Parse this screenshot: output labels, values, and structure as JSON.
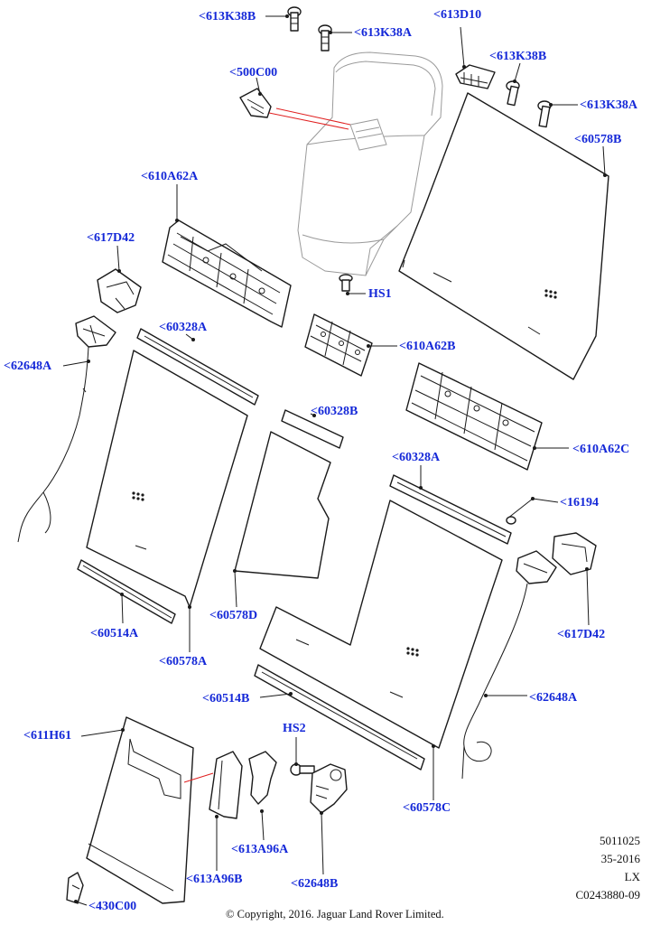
{
  "callouts": {
    "k38b_top": "<613K38B",
    "k38a_top": "<613K38A",
    "d10": "<613D10",
    "k38b_right": "<613K38B",
    "k38a_right": "<613K38A",
    "c500": "<500C00",
    "b60578": "<60578B",
    "a610_a": "<610A62A",
    "d617_left": "<617D42",
    "hs1": "HS1",
    "a60328": "<60328A",
    "b610": "<610A62B",
    "a62648_left": "<62648A",
    "b60328": "<60328B",
    "c610": "<610A62C",
    "a60328_right": "<60328A",
    "n16194": "<16194",
    "d617_right": "<617D42",
    "d60578": "<60578D",
    "a60514": "<60514A",
    "a60578": "<60578A",
    "b60514": "<60514B",
    "a62648_right": "<62648A",
    "h611": "<611H61",
    "hs2": "HS2",
    "c60578": "<60578C",
    "a613_96": "<613A96A",
    "b613_96": "<613A96B",
    "b62648": "<62648B",
    "c430": "<430C00"
  },
  "reference": {
    "line1": "5011025",
    "line2": "35-2016",
    "line3": "LX",
    "line4": "C0243880-09"
  },
  "copyright": "© Copyright, 2016. Jaguar Land Rover Limited."
}
